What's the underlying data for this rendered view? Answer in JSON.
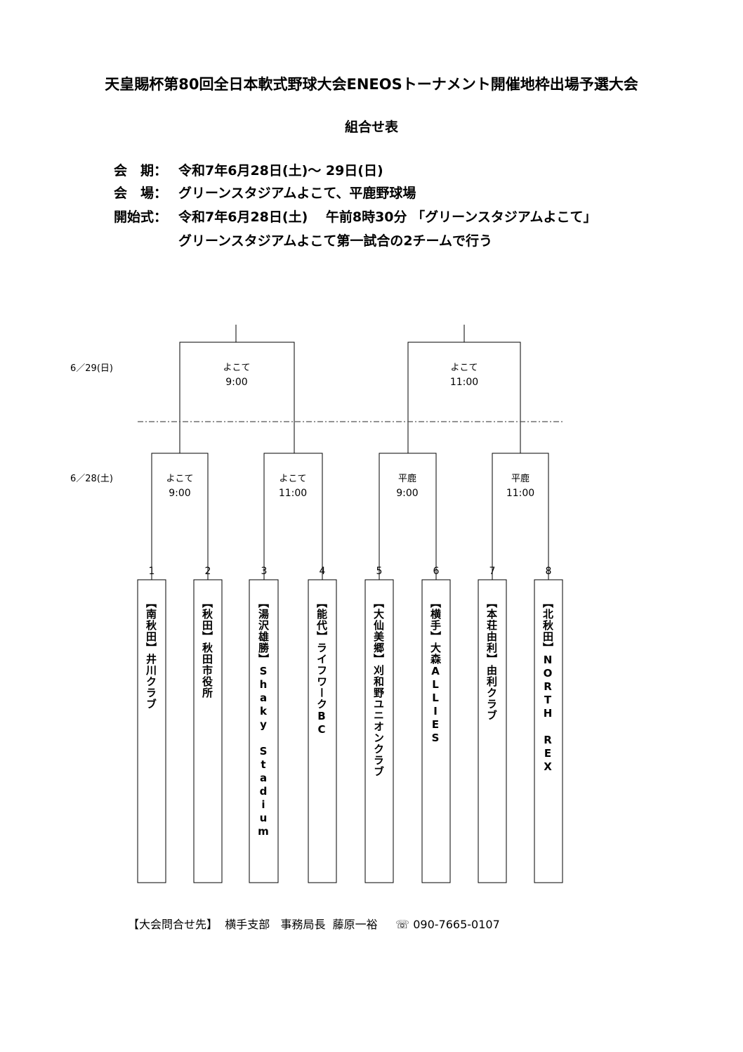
{
  "title": "天皇賜杯第80回全日本軟式野球大会ENEOSトーナメント開催地枠出場予選大会",
  "subtitle": "組合せ表",
  "info": {
    "period_label": "会　期：",
    "period_value": "令和7年6月28日(土)～ 29日(日)",
    "venue_label": "会　場：",
    "venue_value": "グリーンスタジアムよこて、平鹿野球場",
    "opening_label": "開始式：",
    "opening_value": "令和7年6月28日(土)　 午前8時30分 「グリーンスタジアムよこて」",
    "opening_note": "グリーンスタジアムよこて第一試合の2チームで行う"
  },
  "rounds": {
    "day2_label": "6／29(日)",
    "day1_label": "6／28(土)"
  },
  "day2_games": [
    {
      "venue": "よこて",
      "time": "9:00"
    },
    {
      "venue": "よこて",
      "time": "11:00"
    }
  ],
  "day1_games": [
    {
      "venue": "よこて",
      "time": "9:00"
    },
    {
      "venue": "よこて",
      "time": "11:00"
    },
    {
      "venue": "平鹿",
      "time": "9:00"
    },
    {
      "venue": "平鹿",
      "time": "11:00"
    }
  ],
  "teams": [
    {
      "number": "1",
      "name": "【南秋田】井川クラブ"
    },
    {
      "number": "2",
      "name": "【秋田】秋田市役所"
    },
    {
      "number": "3",
      "name": "【湯沢雄勝】Shaky Stadium"
    },
    {
      "number": "4",
      "name": "【能代】ライフワークBC"
    },
    {
      "number": "5",
      "name": "【大仙美郷】刈和野ユニオンクラブ"
    },
    {
      "number": "6",
      "name": "【横手】大森ALLIES"
    },
    {
      "number": "7",
      "name": "【本荘由利】由利クラブ"
    },
    {
      "number": "8",
      "name": "【北秋田】NORTH REX"
    }
  ],
  "contact": {
    "label": "【大会問合せ先】",
    "branch": "横手支部",
    "role": "事務局長",
    "person": "藤原一裕",
    "phone_icon": "phone-icon",
    "phone": "090-7665-0107"
  }
}
